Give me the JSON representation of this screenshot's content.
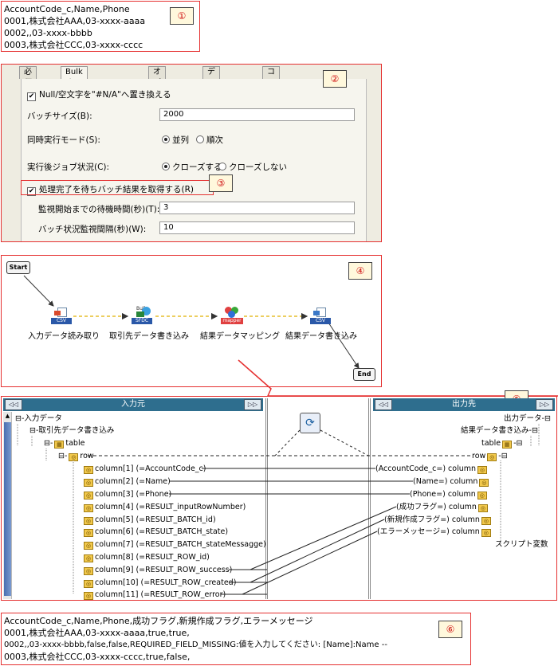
{
  "badges": [
    "①",
    "②",
    "③",
    "④",
    "⑤",
    "⑥"
  ],
  "input_csv": [
    "AccountCode_c,Name,Phone",
    "0001,株式会社AAA,03-xxxx-aaaa",
    "0002,,03-xxxx-bbbb",
    "0003,株式会社CCC,03-xxxx-cccc"
  ],
  "tabs": [
    "必須設定",
    "Bulkオペレーション設定",
    "オプション設定",
    "データ処理方式",
    "コメント"
  ],
  "settings": {
    "null_replace": "Null/空文字を\"#N/A\"へ置き換える",
    "batch_size_label": "バッチサイズ(B):",
    "batch_size_value": "2000",
    "concurrency_label": "同時実行モード(S):",
    "concurrency_opt1": "並列",
    "concurrency_opt2": "順次",
    "after_label": "実行後ジョブ状況(C):",
    "after_opt1": "クローズする",
    "after_opt2": "クローズしない",
    "wait_result": "処理完了を待ちバッチ結果を取得する(R)",
    "wait_time_label": "監視開始までの待機時間(秒)(T):",
    "wait_time_value": "3",
    "interval_label": "バッチ状況監視間隔(秒)(W):",
    "interval_value": "10"
  },
  "flow": {
    "start": "Start",
    "end": "End",
    "nodes": [
      "入力データ読み取り",
      "取引先データ書き込み",
      "結果データマッピング",
      "結果データ書き込み"
    ],
    "icon_tags": [
      "CSV",
      "SFDC",
      "mapper",
      "CSV"
    ],
    "bulk_tag": "Bulk"
  },
  "mapper": {
    "left_title": "入力元",
    "right_title": "出力先",
    "nav_left": "◁◁",
    "nav_right": "▷▷",
    "left_tree": [
      "入力データ",
      "取引先データ書き込み",
      "table",
      "row"
    ],
    "left_columns": [
      "column[1] (=AccountCode_c)",
      "column[2] (=Name)",
      "column[3] (=Phone)",
      "column[4] (=RESULT_inputRowNumber)",
      "column[5] (=RESULT_BATCH_id)",
      "column[6] (=RESULT_BATCH_state)",
      "column[7] (=RESULT_BATCH_stateMessagge)",
      "column[8] (=RESULT_ROW_id)",
      "column[9] (=RESULT_ROW_success)",
      "column[10] (=RESULT_ROW_created)",
      "column[11] (=RESULT_ROW_error)"
    ],
    "right_tree": [
      "出力データ",
      "結果データ書き込み",
      "table",
      "row"
    ],
    "right_columns": [
      "(AccountCode_c=) column",
      "(Name=) column",
      "(Phone=) column",
      "(成功フラグ=) column",
      "(新規作成フラグ=) column",
      "(エラーメッセージ=) column"
    ],
    "script_var": "スクリプト変数"
  },
  "output_csv": [
    "AccountCode_c,Name,Phone,成功フラグ,新規作成フラグ,エラーメッセージ",
    "0001,株式会社AAA,03-xxxx-aaaa,true,true,",
    "0002,,03-xxxx-bbbb,false,false,REQUIRED_FIELD_MISSING:値を入力してください: [Name]:Name --",
    "0003,株式会社CCC,03-xxxx-cccc,true,false,"
  ]
}
